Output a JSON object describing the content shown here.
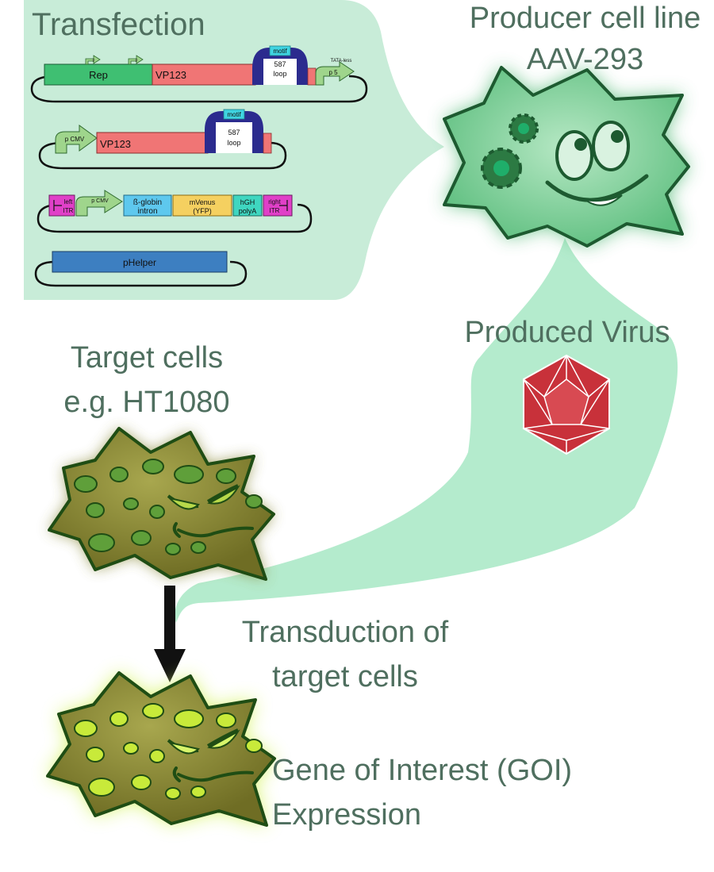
{
  "colors": {
    "panel": "#c8ecd8",
    "label": "#4f6f5f",
    "rep": "#3fbf72",
    "vp": "#f07575",
    "loop": "#2b2b8e",
    "motif": "#3fd3e0",
    "promoter": "#9fd58c",
    "itr": "#e040c8",
    "globin": "#5ec8ee",
    "mvenus": "#f5d060",
    "hgh": "#3fd6c0",
    "phelper": "#3d7fc1",
    "producer_cell": "#6cc88a",
    "target_cell": "#7b7a2e",
    "virus": "#c8313a",
    "expression_glow": "#d8f56b"
  },
  "labels": {
    "transfection": "Transfection",
    "producer_line1": "Producer cell line",
    "producer_line2": "AAV-293",
    "produced_virus": "Produced Virus",
    "target_line1": "Target cells",
    "target_line2": "e.g. HT1080",
    "transduction_line1": "Transduction of",
    "transduction_line2": "target cells",
    "goi_line1": "Gene of Interest (GOI)",
    "goi_line2": "Expression"
  },
  "plasmids": {
    "p1": {
      "rep": "Rep",
      "vp": "VP123",
      "motif": "motif",
      "loop_num": "587",
      "loop_word": "loop",
      "p5_top": "TATA-less",
      "p5": "p 5",
      "small_promoter": "p"
    },
    "p2": {
      "pcmv": "p CMV",
      "vp": "VP123",
      "motif": "motif",
      "loop_num": "587",
      "loop_word": "loop"
    },
    "p3": {
      "left_itr_1": "left",
      "left_itr_2": "ITR",
      "pcmv": "p CMV",
      "globin_1": "ß-globin",
      "globin_2": "intron",
      "mvenus_1": "mVenus",
      "mvenus_2": "(YFP)",
      "hgh_1": "hGH",
      "hgh_2": "polyA",
      "right_itr_1": "right",
      "right_itr_2": "ITR"
    },
    "p4": {
      "helper": "pHelper"
    }
  }
}
